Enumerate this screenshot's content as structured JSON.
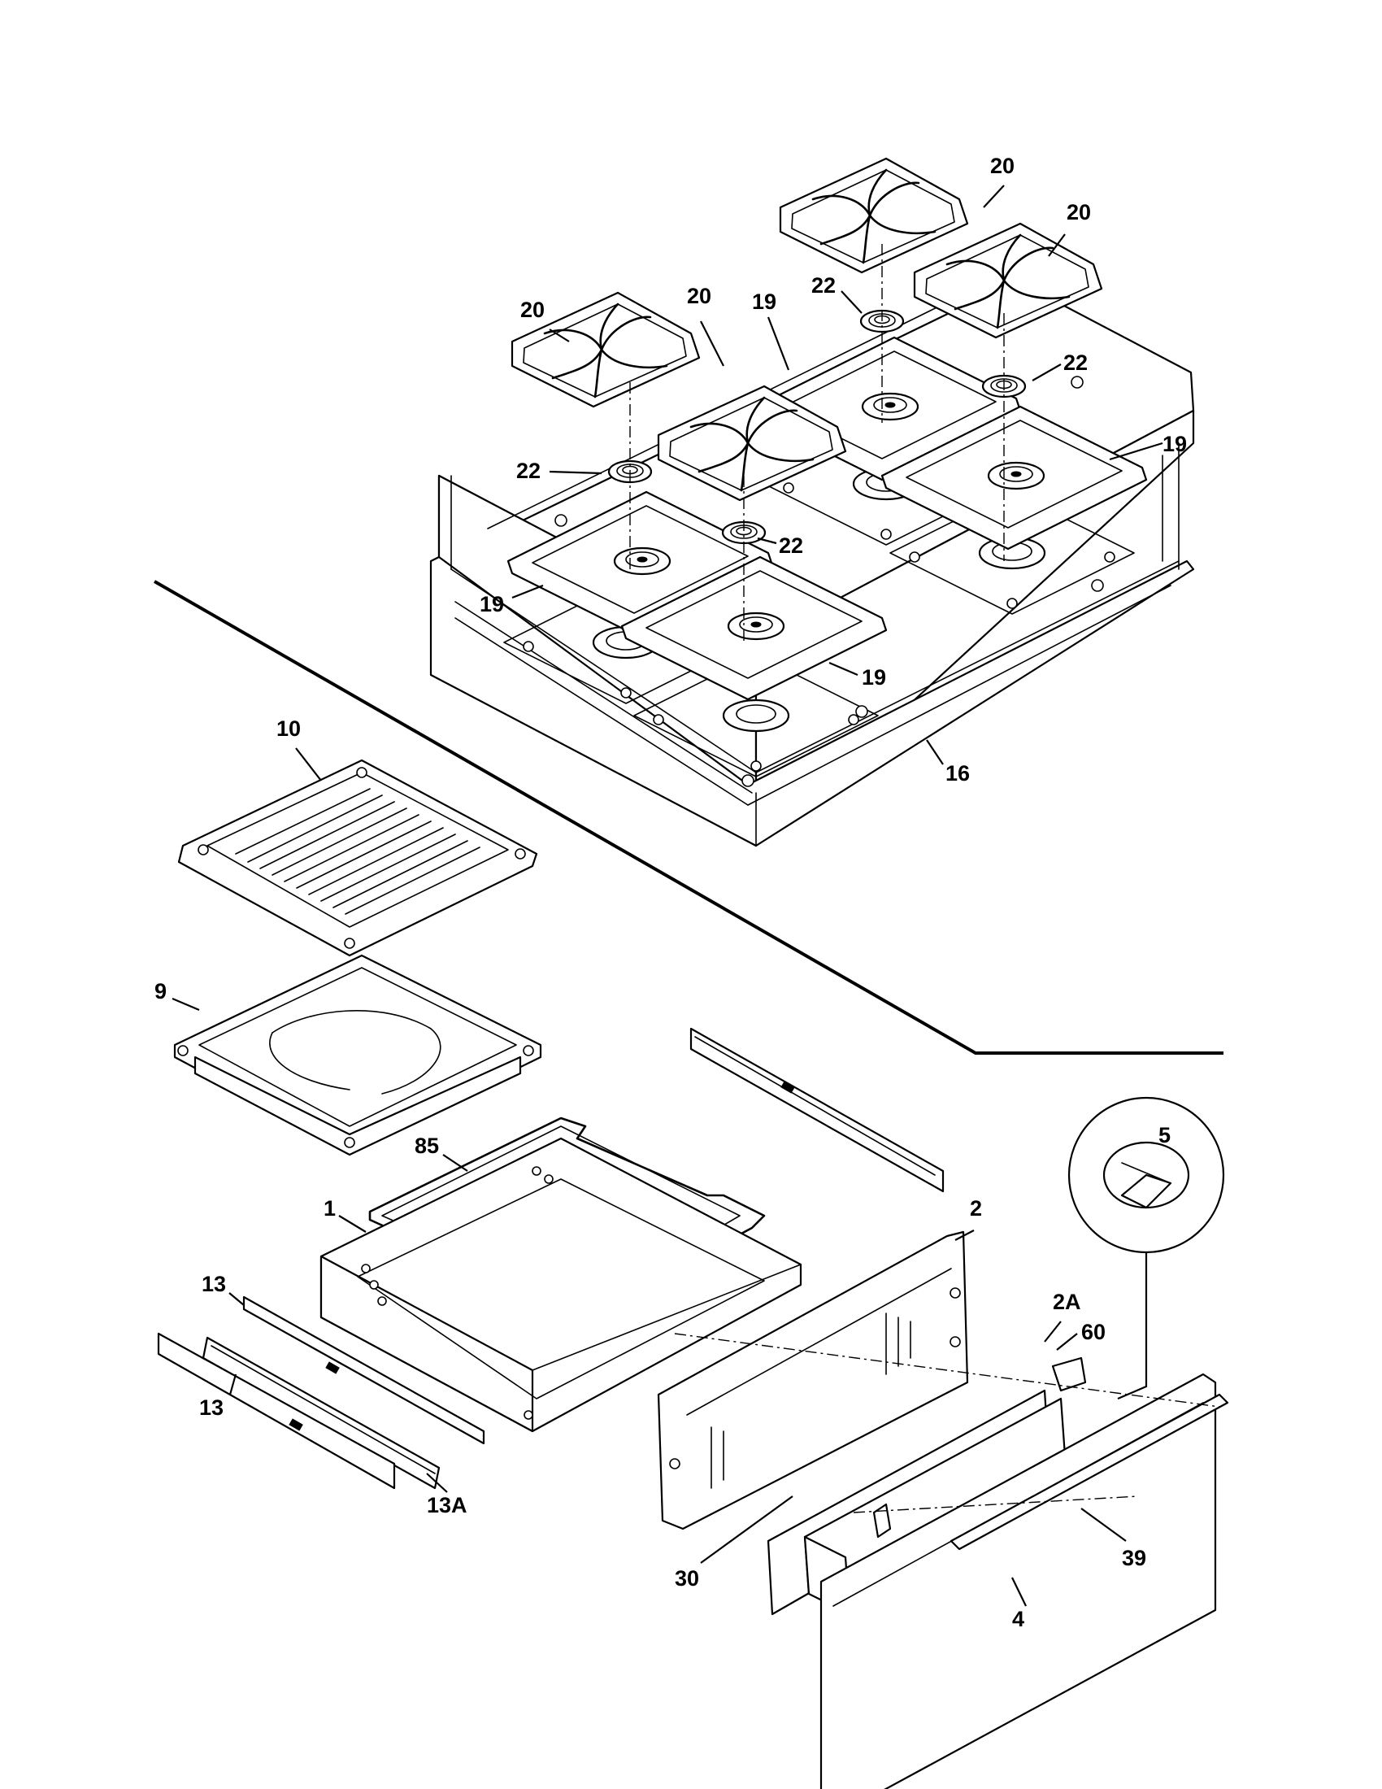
{
  "diagram": {
    "type": "exploded-parts-diagram",
    "line_color": "#000000",
    "background_color": "#ffffff",
    "callouts": [
      {
        "id": "c-20a",
        "label": "20"
      },
      {
        "id": "c-20b",
        "label": "20"
      },
      {
        "id": "c-20c",
        "label": "20"
      },
      {
        "id": "c-20d",
        "label": "20"
      },
      {
        "id": "c-19a",
        "label": "19"
      },
      {
        "id": "c-19b",
        "label": "19"
      },
      {
        "id": "c-19c",
        "label": "19"
      },
      {
        "id": "c-19d",
        "label": "19"
      },
      {
        "id": "c-22a",
        "label": "22"
      },
      {
        "id": "c-22b",
        "label": "22"
      },
      {
        "id": "c-22c",
        "label": "22"
      },
      {
        "id": "c-22d",
        "label": "22"
      },
      {
        "id": "c-16",
        "label": "16"
      },
      {
        "id": "c-10",
        "label": "10"
      },
      {
        "id": "c-9",
        "label": "9"
      },
      {
        "id": "c-85",
        "label": "85"
      },
      {
        "id": "c-1",
        "label": "1"
      },
      {
        "id": "c-2",
        "label": "2"
      },
      {
        "id": "c-2A",
        "label": "2A"
      },
      {
        "id": "c-5",
        "label": "5"
      },
      {
        "id": "c-60",
        "label": "60"
      },
      {
        "id": "c-13a",
        "label": "13"
      },
      {
        "id": "c-13b",
        "label": "13"
      },
      {
        "id": "c-13A",
        "label": "13A"
      },
      {
        "id": "c-30",
        "label": "30"
      },
      {
        "id": "c-39",
        "label": "39"
      },
      {
        "id": "c-4",
        "label": "4"
      }
    ]
  }
}
